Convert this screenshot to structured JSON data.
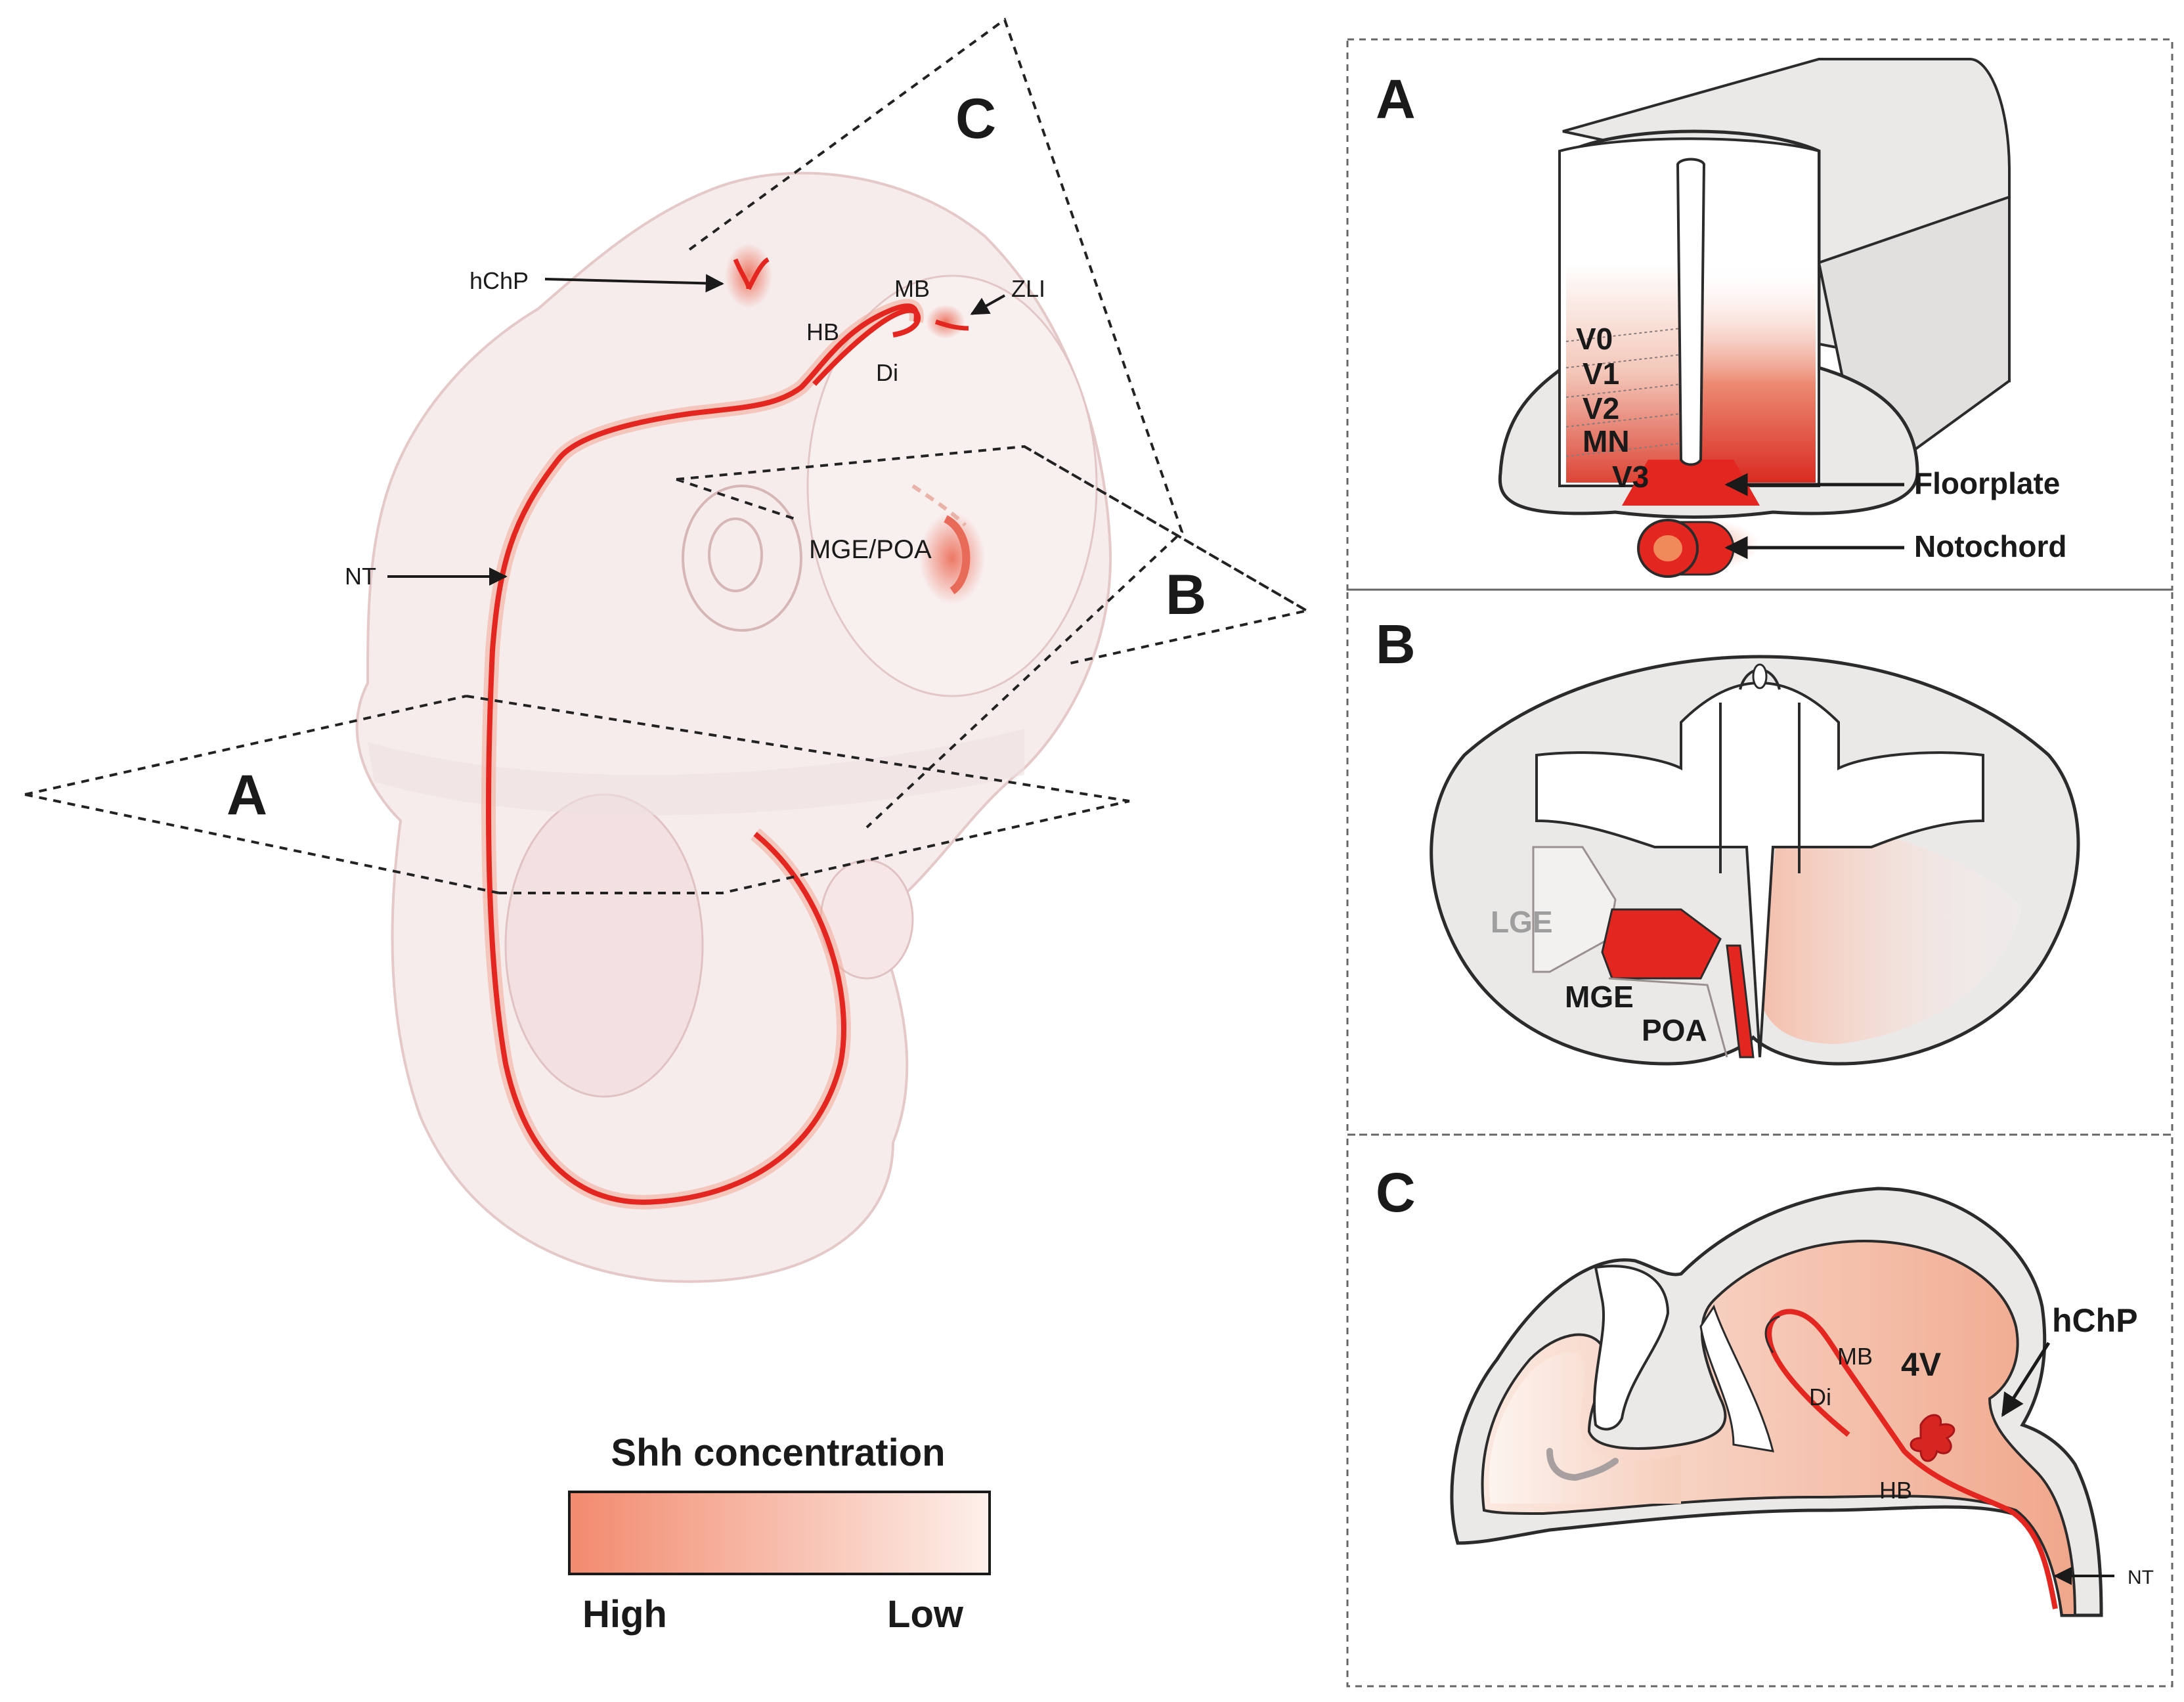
{
  "embryo": {
    "labels": {
      "hchp": "hChP",
      "mb": "MB",
      "zli": "ZLI",
      "hb": "HB",
      "di": "Di",
      "nt": "NT",
      "mge_poa": "MGE/POA"
    },
    "plane_labels": {
      "a": "A",
      "b": "B",
      "c": "C"
    }
  },
  "panel_a": {
    "letter": "A",
    "domains": [
      "V0",
      "V1",
      "V2",
      "MN",
      "V3"
    ],
    "floorplate": "Floorplate",
    "notochord": "Notochord"
  },
  "panel_b": {
    "letter": "B",
    "lge": "LGE",
    "mge": "MGE",
    "poa": "POA"
  },
  "panel_c": {
    "letter": "C",
    "fourth_ventricle": "4V",
    "hchp": "hChP",
    "mb": "MB",
    "di": "Di",
    "hb": "HB",
    "nt": "NT"
  },
  "legend": {
    "title": "Shh concentration",
    "high": "High",
    "low": "Low"
  },
  "colors": {
    "shh_high": "#f28a6e",
    "shh_low": "#fdf0ea",
    "shh_source": "#e8262a",
    "tissue": "#f0eeee",
    "outline": "#2b2b2b"
  }
}
